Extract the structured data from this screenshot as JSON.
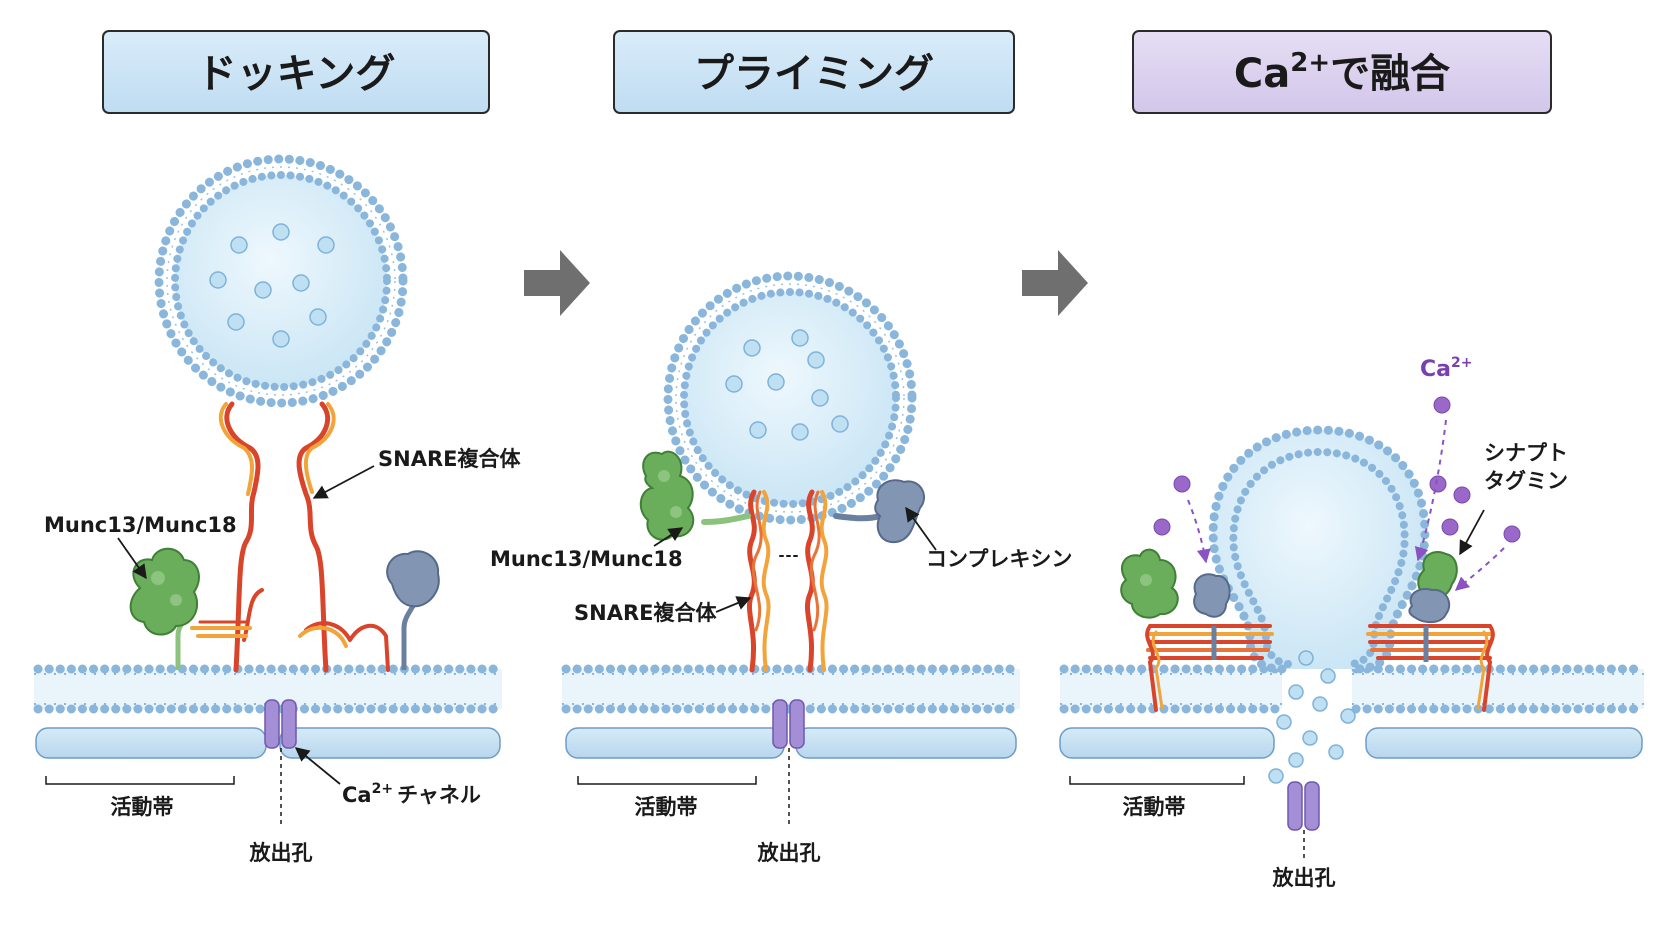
{
  "titles": {
    "docking": "ドッキング",
    "priming": "プライミング",
    "fusion_prefix": "Ca",
    "fusion_sup": "2+",
    "fusion_suffix": "で融合"
  },
  "panel1": {
    "snare": "SNARE複合体",
    "munc": "Munc13/Munc18",
    "channel_prefix": "Ca",
    "channel_sup": "2+",
    "channel_suffix": "チャネル",
    "active_zone": "活動帯",
    "release_site": "放出孔"
  },
  "panel2": {
    "munc": "Munc13/Munc18",
    "complexin": "コンプレキシン",
    "snare": "SNARE複合体",
    "active_zone": "活動帯",
    "release_site": "放出孔"
  },
  "panel3": {
    "ca_prefix": "Ca",
    "ca_sup": "2+",
    "synaptotagmin_line1": "シナプト",
    "synaptotagmin_line2": "タグミン",
    "active_zone": "活動帯",
    "release_site": "放出孔"
  },
  "colors": {
    "title_fill_blue": "#cfe6f7",
    "title_fill_purple": "#ddd3ef",
    "membrane": "#8ab6dc",
    "vesicle_fill": "#dcf0fa",
    "snare_red": "#d9452b",
    "snare_orange": "#f2a33a",
    "munc_green": "#6aae5c",
    "complexin_gray": "#8296b4",
    "channel_purple": "#a48fd6",
    "calcium": "#9a68c9"
  }
}
